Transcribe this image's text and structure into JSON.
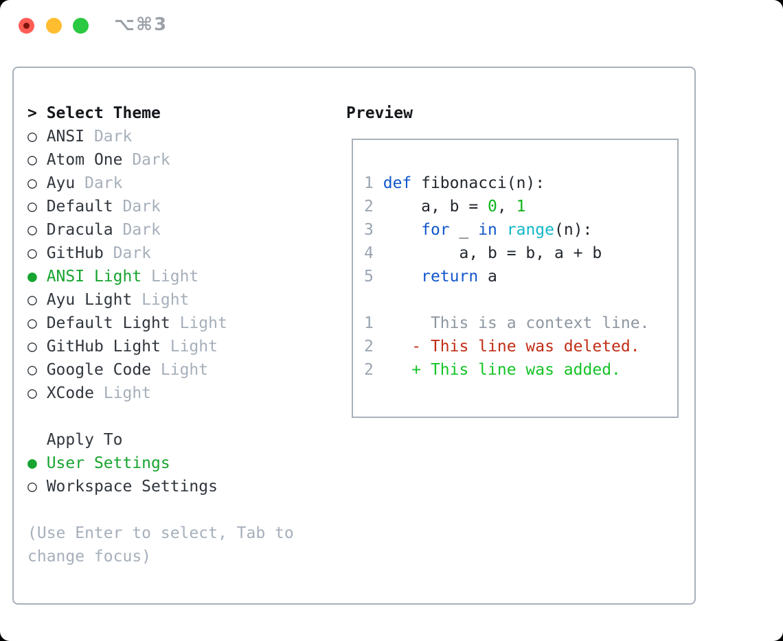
{
  "window": {
    "shortcut": "⌥⌘3"
  },
  "left": {
    "header": {
      "prompt": ">",
      "title": "Select Theme"
    },
    "markers": {
      "selected": "●",
      "unselected": "○"
    },
    "themes": [
      {
        "name": "ANSI",
        "tag": "Dark",
        "selected": false
      },
      {
        "name": "Atom One",
        "tag": "Dark",
        "selected": false
      },
      {
        "name": "Ayu",
        "tag": "Dark",
        "selected": false
      },
      {
        "name": "Default",
        "tag": "Dark",
        "selected": false
      },
      {
        "name": "Dracula",
        "tag": "Dark",
        "selected": false
      },
      {
        "name": "GitHub",
        "tag": "Dark",
        "selected": false
      },
      {
        "name": "ANSI Light",
        "tag": "Light",
        "selected": true
      },
      {
        "name": "Ayu Light",
        "tag": "Light",
        "selected": false
      },
      {
        "name": "Default Light",
        "tag": "Light",
        "selected": false
      },
      {
        "name": "GitHub Light",
        "tag": "Light",
        "selected": false
      },
      {
        "name": "Google Code",
        "tag": "Light",
        "selected": false
      },
      {
        "name": "XCode",
        "tag": "Light",
        "selected": false
      }
    ],
    "apply": {
      "title": "Apply To",
      "options": [
        {
          "name": "User Settings",
          "selected": true
        },
        {
          "name": "Workspace Settings",
          "selected": false
        }
      ]
    },
    "help": [
      "(Use Enter to select, Tab to",
      "change focus)"
    ]
  },
  "preview": {
    "title": "Preview",
    "code": [
      [
        {
          "t": "1",
          "c": "num"
        },
        {
          "t": " ",
          "c": "plain"
        },
        {
          "t": "def",
          "c": "kw"
        },
        {
          "t": " fibonacci(n):",
          "c": "plain"
        }
      ],
      [
        {
          "t": "2",
          "c": "num"
        },
        {
          "t": "     a, b = ",
          "c": "plain"
        },
        {
          "t": "0",
          "c": "lit"
        },
        {
          "t": ", ",
          "c": "plain"
        },
        {
          "t": "1",
          "c": "lit"
        }
      ],
      [
        {
          "t": "3",
          "c": "num"
        },
        {
          "t": "     ",
          "c": "plain"
        },
        {
          "t": "for",
          "c": "kw"
        },
        {
          "t": " _ ",
          "c": "plain"
        },
        {
          "t": "in",
          "c": "kw"
        },
        {
          "t": " ",
          "c": "plain"
        },
        {
          "t": "range",
          "c": "fn"
        },
        {
          "t": "(n):",
          "c": "plain"
        }
      ],
      [
        {
          "t": "4",
          "c": "num"
        },
        {
          "t": "         a, b = b, a + b",
          "c": "plain"
        }
      ],
      [
        {
          "t": "5",
          "c": "num"
        },
        {
          "t": "     ",
          "c": "plain"
        },
        {
          "t": "return",
          "c": "kw"
        },
        {
          "t": " a",
          "c": "plain"
        }
      ],
      [],
      [
        {
          "t": "1",
          "c": "num"
        },
        {
          "t": "      ",
          "c": "plain"
        },
        {
          "t": "This is a context line.",
          "c": "ctx"
        }
      ],
      [
        {
          "t": "2",
          "c": "num"
        },
        {
          "t": "    ",
          "c": "plain"
        },
        {
          "t": "- This line was deleted.",
          "c": "del"
        }
      ],
      [
        {
          "t": "2",
          "c": "num"
        },
        {
          "t": "    ",
          "c": "plain"
        },
        {
          "t": "+ This line was added.",
          "c": "add"
        }
      ]
    ]
  },
  "colors": {
    "selection_green": "#17a42f",
    "added_green": "#14c426",
    "deleted_red": "#c12d15",
    "keyword_blue": "#1156cc",
    "builtin_cyan": "#11b7c9",
    "literal_green": "#0db31a",
    "muted_gray": "#a6afba",
    "border_gray": "#a8b0ba",
    "traffic_red": "#ff5d55",
    "traffic_yellow": "#ffbd2f",
    "traffic_green": "#2bc841"
  }
}
